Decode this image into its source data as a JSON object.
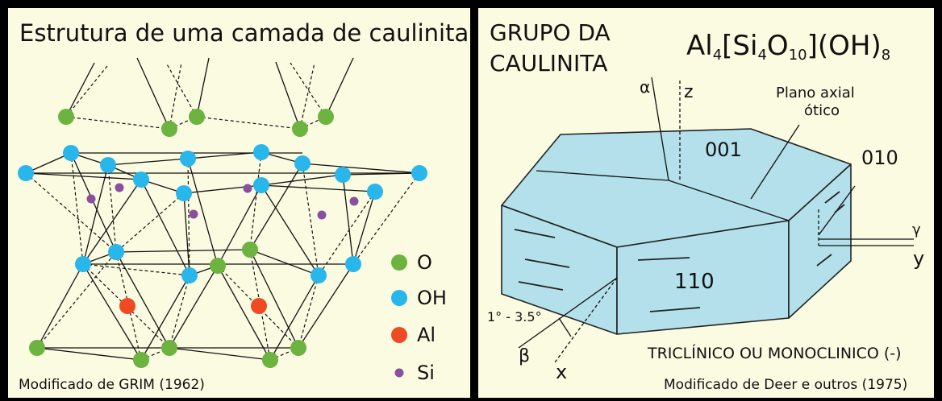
{
  "left": {
    "title": "Estrutura de uma camada de caulinita",
    "credit": "Modificado de GRIM (1962)",
    "legend": [
      {
        "label": "O",
        "color": "#6db33f"
      },
      {
        "label": "OH",
        "color": "#29b6ea"
      },
      {
        "label": "Al",
        "color": "#ef4a23"
      },
      {
        "label": "Si",
        "color": "#8a4f9e"
      }
    ]
  },
  "right": {
    "title_line1": "GRUPO DA",
    "title_line2": "CAULINITA",
    "formula": {
      "a": "Al",
      "s1": "4",
      "b": "[Si",
      "s2": "4",
      "c": "O",
      "s3": "10",
      "d": "](OH)",
      "s4": "8"
    },
    "labels": {
      "alpha": "α",
      "z": "z",
      "plane1": "Plano axial",
      "plane2": "ótico",
      "face001": "001",
      "face010": "010",
      "face110": "110",
      "gamma": "γ",
      "y": "y",
      "angle": "1° - 3.5°",
      "beta": "β",
      "x": "x",
      "system": "TRICLÍNICO OU MONOCLINICO (-)"
    },
    "credit": "Modificado de Deer e outros (1975)",
    "crystal_color": "#b3e0ea"
  }
}
